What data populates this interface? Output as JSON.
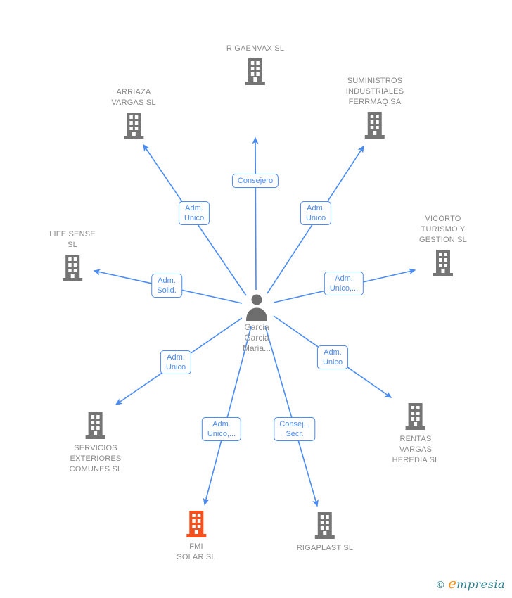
{
  "colors": {
    "edge_blue": "#4a8cf4",
    "label_gray": "#8a8a8a",
    "building_gray": "#757575",
    "building_highlight": "#f4511e",
    "person_gray": "#6e6e6e",
    "logo_teal": "#2b7f8e",
    "logo_orange": "#f7941e"
  },
  "person": {
    "label": "Garcia\nGarcia\nMaria..."
  },
  "companies": [
    {
      "id": "rigaenvax",
      "label": "RIGAENVAX SL"
    },
    {
      "id": "arriaza",
      "label": "ARRIAZA\nVARGAS SL"
    },
    {
      "id": "suministros",
      "label": "SUMINISTROS\nINDUSTRIALES\nFERRMAQ SA"
    },
    {
      "id": "life-sense",
      "label": "LIFE SENSE\nSL"
    },
    {
      "id": "vicorto",
      "label": "VICORTO\nTURISMO Y\nGESTION SL"
    },
    {
      "id": "servicios",
      "label": "SERVICIOS\nEXTERIORES\nCOMUNES SL"
    },
    {
      "id": "rentas",
      "label": "RENTAS\nVARGAS\nHEREDIA SL"
    },
    {
      "id": "fmi-solar",
      "label": "FMI\nSOLAR SL",
      "highlighted": true
    },
    {
      "id": "rigaplast",
      "label": "RIGAPLAST SL"
    }
  ],
  "relationships": [
    {
      "label": "Consejero",
      "source": "Garcia Garcia Maria...",
      "target": "RIGAENVAX SL"
    },
    {
      "label": "Adm.\nUnico",
      "source": "Garcia Garcia Maria...",
      "target": "ARRIAZA VARGAS SL"
    },
    {
      "label": "Adm.\nUnico",
      "source": "Garcia Garcia Maria...",
      "target": "SUMINISTROS INDUSTRIALES FERRMAQ SA"
    },
    {
      "label": "Adm.\nSolid.",
      "source": "Garcia Garcia Maria...",
      "target": "LIFE SENSE SL"
    },
    {
      "label": "Adm.\nUnico,...",
      "source": "Garcia Garcia Maria...",
      "target": "VICORTO TURISMO Y GESTION SL"
    },
    {
      "label": "Adm.\nUnico",
      "source": "Garcia Garcia Maria...",
      "target": "SERVICIOS EXTERIORES COMUNES SL"
    },
    {
      "label": "Adm.\nUnico",
      "source": "Garcia Garcia Maria...",
      "target": "RENTAS VARGAS HEREDIA SL"
    },
    {
      "label": "Adm.\nUnico,...",
      "source": "Garcia Garcia Maria...",
      "target": "FMI SOLAR SL"
    },
    {
      "label": "Consej. ,\nSecr.",
      "source": "Garcia Garcia Maria...",
      "target": "RIGAPLAST SL"
    }
  ],
  "footer": {
    "copyright": "©",
    "brand_first": "e",
    "brand_rest": "mpresia"
  }
}
